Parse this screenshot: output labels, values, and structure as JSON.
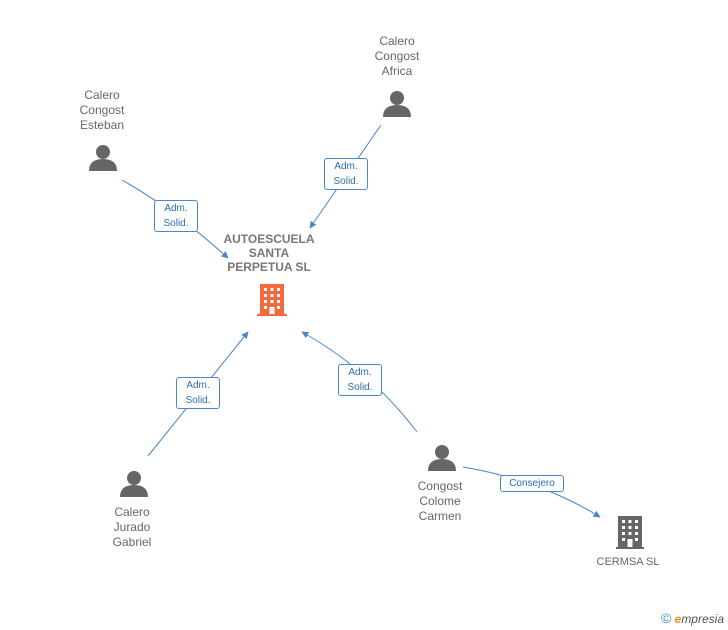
{
  "nodes": {
    "company_main": {
      "name": "AUTOESCUELA SANTA PERPETUA SL",
      "lines": [
        "AUTOESCUELA",
        "SANTA",
        "PERPETUA SL"
      ],
      "icon": "building-icon",
      "color": "#f26a3d"
    },
    "company_cermsa": {
      "name": "CERMSA SL",
      "lines": [
        "CERMSA SL"
      ],
      "icon": "building-icon",
      "color": "#666666"
    },
    "p_africa": {
      "lines": [
        "Calero",
        "Congost",
        "Africa"
      ],
      "icon": "person-icon"
    },
    "p_esteban": {
      "lines": [
        "Calero",
        "Congost",
        "Esteban"
      ],
      "icon": "person-icon"
    },
    "p_gabriel": {
      "lines": [
        "Calero",
        "Jurado",
        "Gabriel"
      ],
      "icon": "person-icon"
    },
    "p_carmen": {
      "lines": [
        "Congost",
        "Colome",
        "Carmen"
      ],
      "icon": "person-icon"
    }
  },
  "edges": [
    {
      "from": "p_africa",
      "to": "company_main",
      "label": [
        "Adm.",
        "Solid."
      ]
    },
    {
      "from": "p_esteban",
      "to": "company_main",
      "label": [
        "Adm.",
        "Solid."
      ]
    },
    {
      "from": "p_gabriel",
      "to": "company_main",
      "label": [
        "Adm.",
        "Solid."
      ]
    },
    {
      "from": "p_carmen",
      "to": "company_main",
      "label": [
        "Adm.",
        "Solid."
      ]
    },
    {
      "from": "p_carmen",
      "to": "company_cermsa",
      "label": [
        "Consejero"
      ]
    }
  ],
  "colors": {
    "edge": "#4a86c8",
    "person": "#666666"
  },
  "footer": {
    "copyright": "©",
    "brand_initial": "e",
    "brand_rest": "mpresia"
  }
}
